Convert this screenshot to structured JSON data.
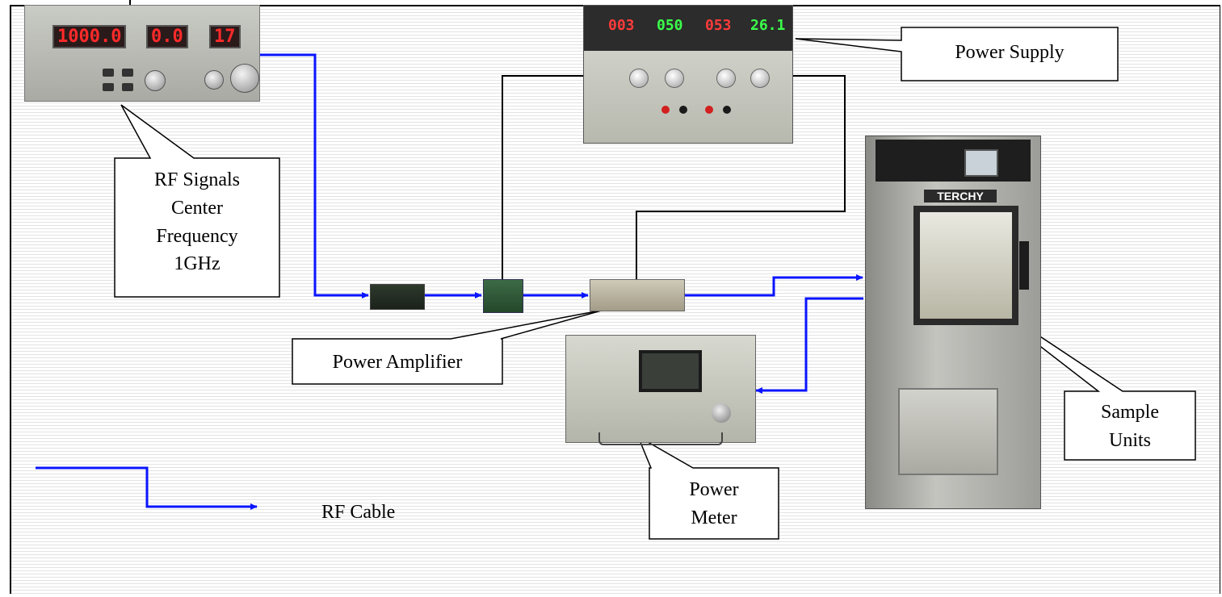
{
  "diagram": {
    "callouts": {
      "rf_signals": [
        "RF Signals",
        "Center",
        "Frequency",
        "1GHz"
      ],
      "power_supply": "Power Supply",
      "power_amplifier": "Power Amplifier",
      "power_meter": [
        "Power",
        "Meter"
      ],
      "sample_units": [
        "Sample",
        "Units"
      ]
    },
    "legend": {
      "label": "RF Cable"
    },
    "devices": {
      "signal_generator": {
        "display_freq": "1000.0",
        "display_level": "0.0",
        "display_ch": "17"
      },
      "power_supply": {
        "readouts": [
          "003",
          "050",
          "053",
          "26.1"
        ]
      },
      "chamber": {
        "brand": "TERCHY"
      }
    },
    "colors": {
      "rf_cable": "#0a14ff",
      "wire": "#000000"
    }
  }
}
